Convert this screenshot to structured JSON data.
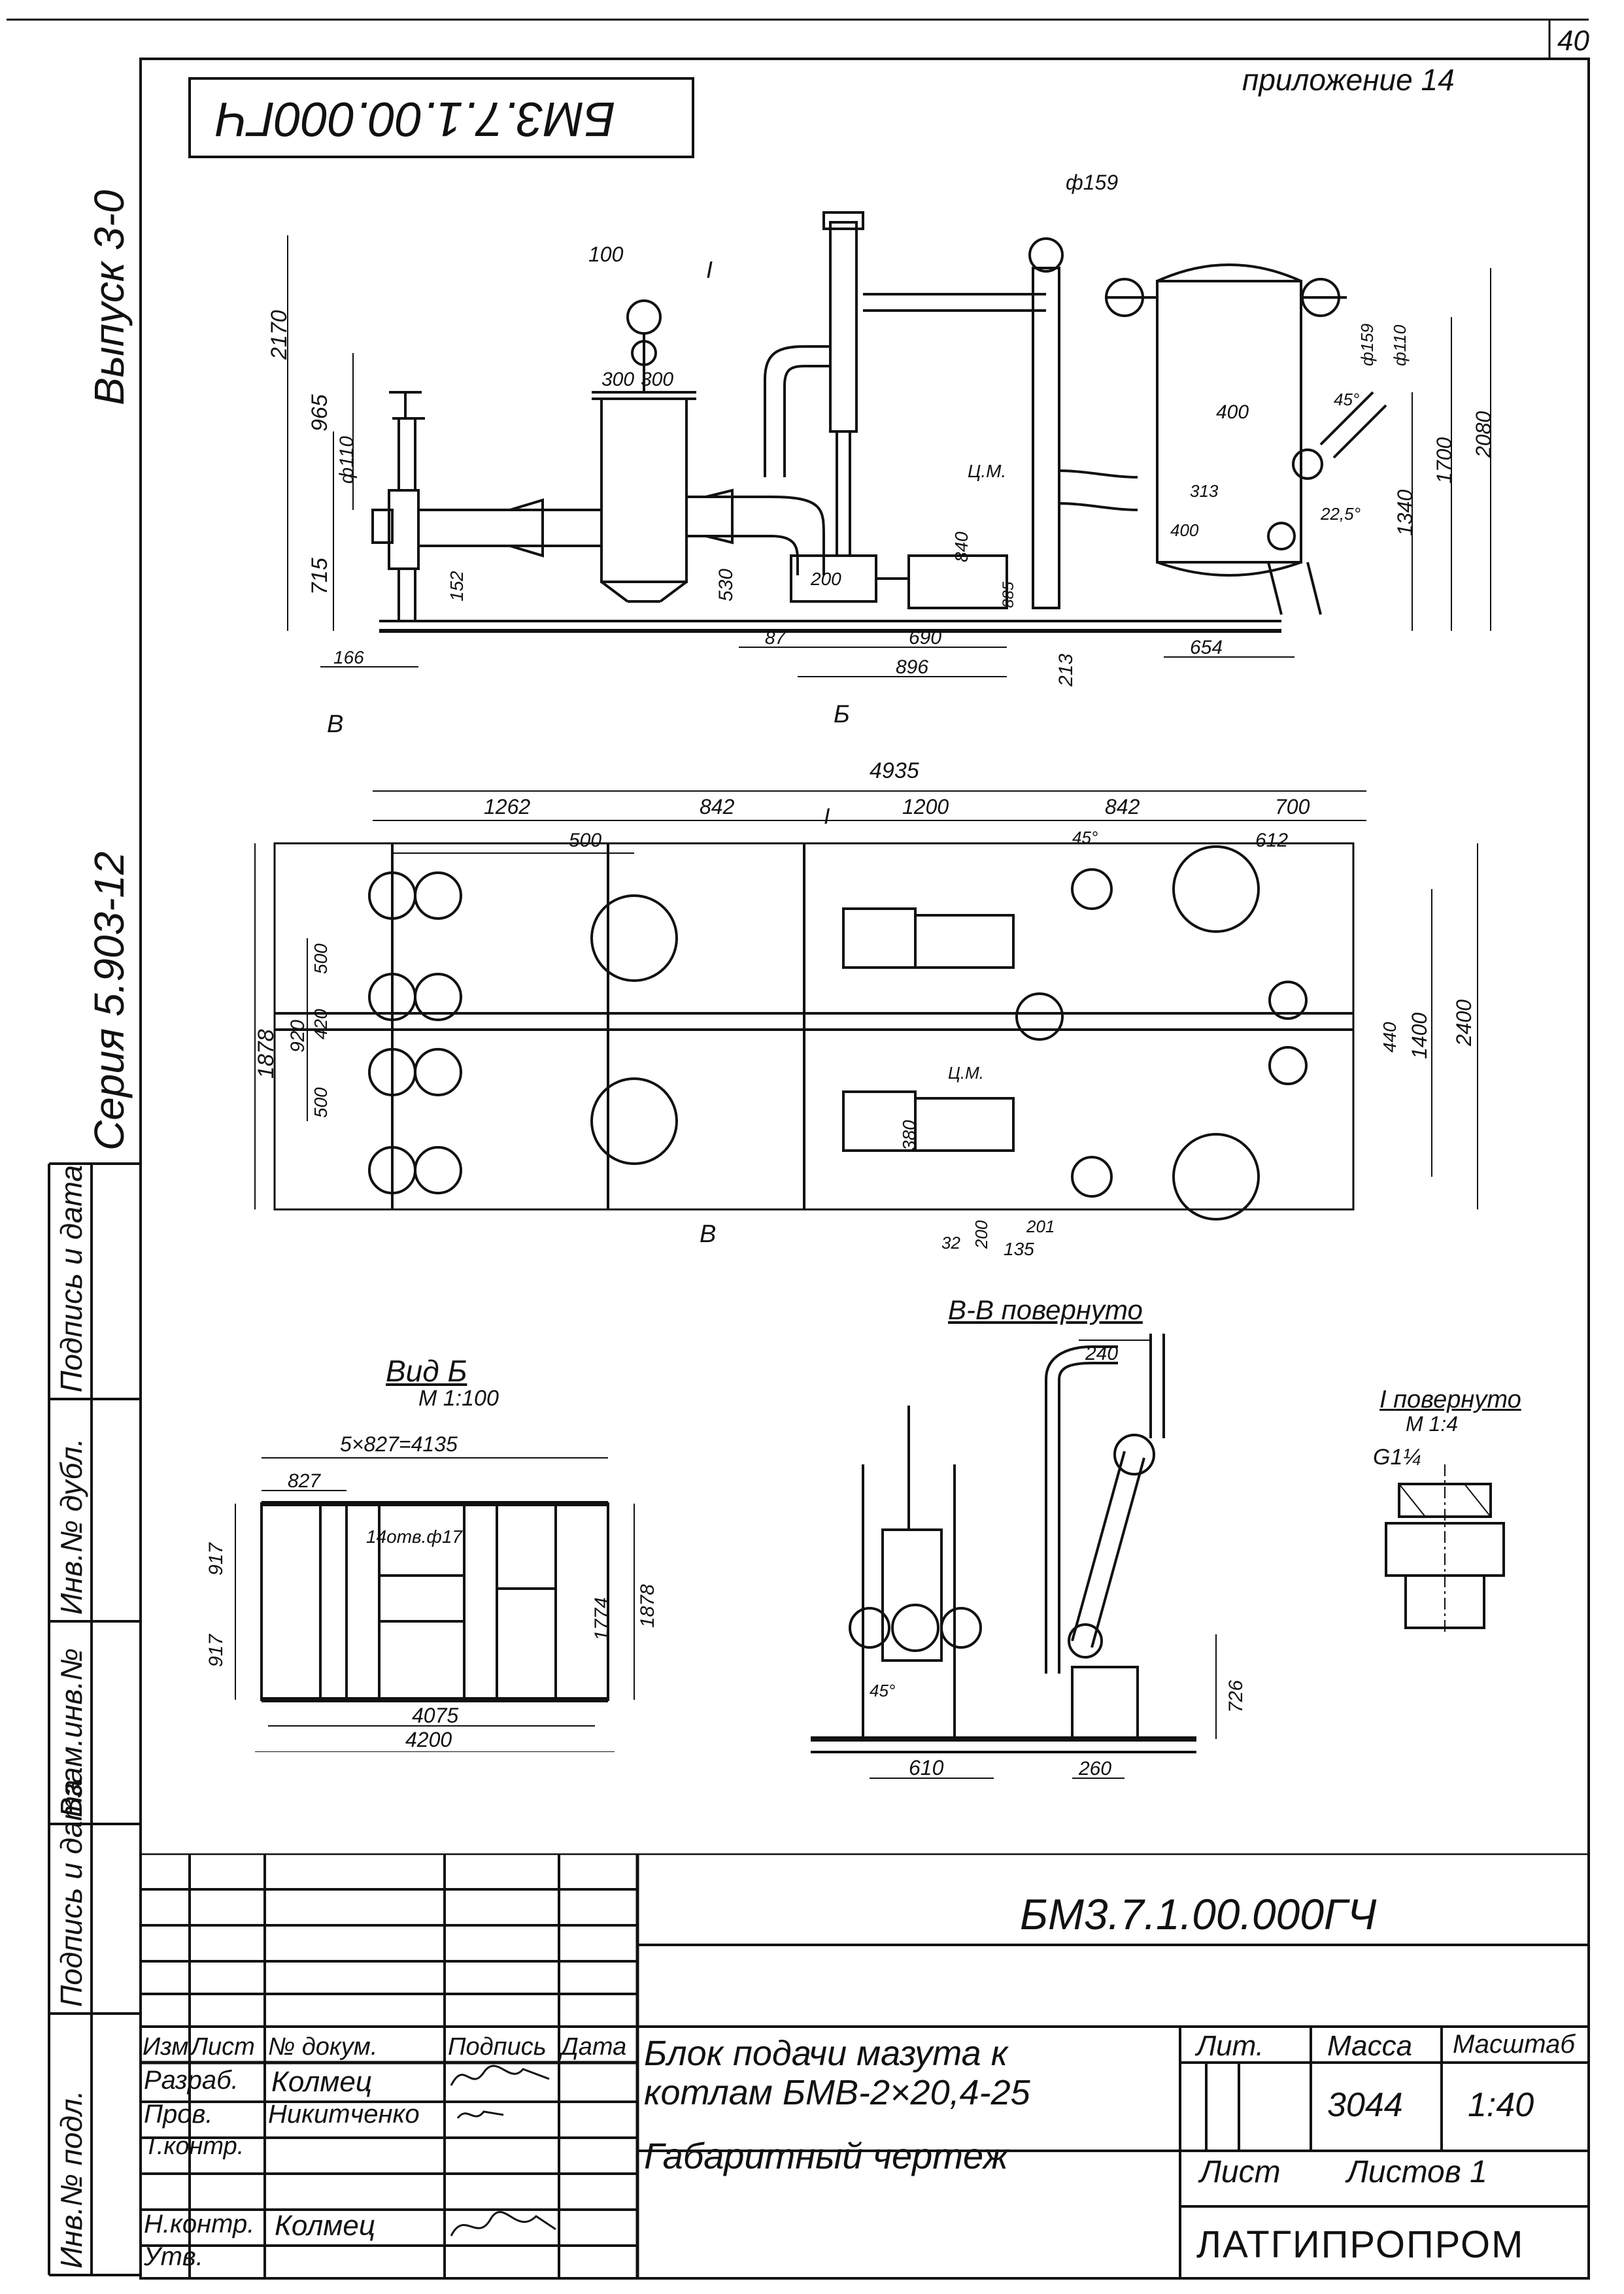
{
  "sheet": {
    "page_number": "40",
    "appendix": "приложение 14",
    "designation_top": "БМ3.7.1.00.000ГЧ",
    "issue": "Выпуск 3-0",
    "series": "Серия 5.903-12"
  },
  "left_stamp": [
    "Инв.№ подл.",
    "Подпись и дата",
    "Взам.инв.№",
    "Инв.№ дубл.",
    "Подпись и дата"
  ],
  "views": {
    "section_bb_marker": "В",
    "view_b_marker": "Б",
    "view_b_title": "Вид Б",
    "view_b_scale": "М 1:100",
    "section_title": "В-В повернуто",
    "detail_title": "I повернуто",
    "detail_scale": "М 1:4",
    "detail_thread": "G1¼",
    "marker_I": "I",
    "marker_cm": "Ц.М."
  },
  "dims": {
    "front": [
      "2170",
      "965",
      "715",
      "ф110",
      "300",
      "300",
      "100",
      "530",
      "152",
      "166",
      "87",
      "690",
      "896",
      "200",
      "840",
      "885",
      "ф159",
      "400",
      "313",
      "400",
      "22,5°",
      "45°",
      "ф159",
      "ф110",
      "1340",
      "1700",
      "2080",
      "213",
      "654"
    ],
    "plan": [
      "4935",
      "1262",
      "842",
      "1200",
      "842",
      "700",
      "500",
      "612",
      "45°",
      "1878",
      "920",
      "500",
      "420",
      "500",
      "440",
      "1400",
      "2400",
      "380",
      "32",
      "200",
      "135",
      "201"
    ],
    "view_b": [
      "5×827=4135",
      "827",
      "14отв.ф17",
      "917",
      "917",
      "1774",
      "1878",
      "4075",
      "4200"
    ],
    "section": [
      "240",
      "45°",
      "726",
      "610",
      "260"
    ]
  },
  "title_block": {
    "designation": "БМ3.7.1.00.000ГЧ",
    "title_line1": "Блок подачи мазута к",
    "title_line2": "котлам БМВ-2×20,4-25",
    "title_line3": "Габаритный чертеж",
    "headers": {
      "izm": "Изм",
      "list": "Лист",
      "doc": "№ докум.",
      "sign": "Подпись",
      "date": "Дата"
    },
    "roles": [
      {
        "role": "Разраб.",
        "name": "Колмец"
      },
      {
        "role": "Пров.",
        "name": "Никитченко"
      },
      {
        "role": "Т.контр.",
        "name": ""
      },
      {
        "role": "Н.контр.",
        "name": "Колмец"
      },
      {
        "role": "Утв.",
        "name": ""
      }
    ],
    "lit_label": "Лит.",
    "mass_label": "Масса",
    "scale_label": "Масштаб",
    "mass": "3044",
    "scale": "1:40",
    "sheet_label": "Лист",
    "sheets_label": "Листов 1",
    "organization": "ЛАТГИПРОПРОМ"
  }
}
